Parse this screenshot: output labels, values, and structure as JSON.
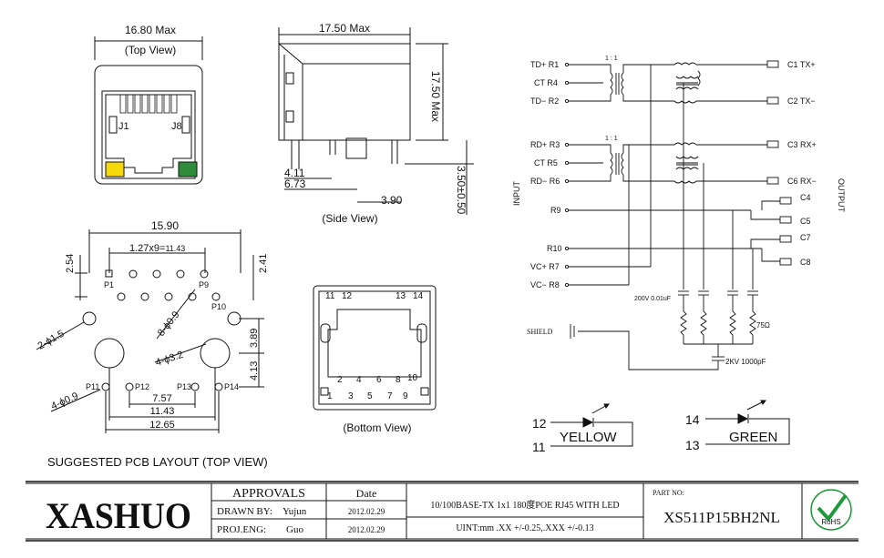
{
  "top_view": {
    "width_label": "16.80 Max",
    "caption": "(Top View)",
    "pin_j1": "J1",
    "pin_j8": "J8",
    "led_left_color": "#f5d90a",
    "led_right_color": "#2e8b3a"
  },
  "side_view": {
    "width_label": "17.50  Max",
    "height_label": "17.50 Max",
    "dim_a": "4.11",
    "dim_b": "6.73",
    "dim_c": "3.90",
    "dim_d": "3.50±0.50",
    "caption": "(Side View)"
  },
  "pcb": {
    "dim_width": "15.90",
    "dim_pitch": "1.27x9=",
    "dim_pitch_total": "11.43",
    "dim_254": "2.54",
    "dim_241": "2.41",
    "dim_389": "3.89",
    "dim_413": "4.13",
    "dim_757": "7.57",
    "dim_1143": "11.43",
    "dim_1265": "12.65",
    "hole_15": "2-ϕ1.5",
    "hole_09a": "8-ϕ0.9",
    "hole_32": "4-ϕ3.2",
    "hole_09b": "4-ϕ0.9",
    "p1": "P1",
    "p9": "P9",
    "p10": "P10",
    "p11": "P11",
    "p12": "P12",
    "p13": "P13",
    "p14": "P14",
    "title": "SUGGESTED PCB LAYOUT (TOP VIEW)"
  },
  "bottom_view": {
    "n11": "11",
    "n12": "12",
    "n13": "13",
    "n14": "14",
    "n2": "2",
    "n4": "4",
    "n6": "6",
    "n8": "8",
    "n10": "10",
    "n1": "1",
    "n3": "3",
    "n5": "5",
    "n7": "7",
    "n9": "9",
    "caption": "(Bottom View)"
  },
  "schematic": {
    "ratio1": "1 : 1",
    "ratio2": "1 : 1",
    "input_label": "INPUT",
    "output_label": "OUTPUT",
    "td_plus": "TD+ R1",
    "ct_r4": "CT R4",
    "td_minus": "TD− R2",
    "rd_plus": "RD+ R3",
    "ct_r5": "CT R5",
    "rd_minus": "RD− R6",
    "r9": "R9",
    "r10": "R10",
    "vc_plus": "VC+ R7",
    "vc_minus": "VC− R8",
    "shield": "SHIELD",
    "c1": "C1  TX+",
    "c2": "C2  TX−",
    "c3": "C3  RX+",
    "c6": "C6  RX−",
    "c4": "C4",
    "c5": "C5",
    "c7": "C7",
    "c8": "C8",
    "cap_label": "200V 0.01uF",
    "res_label": "75Ω",
    "hv_cap_label": "2KV 1000pF"
  },
  "leds": {
    "yellow_pin_a": "12",
    "yellow_pin_b": "11",
    "yellow_name": "YELLOW",
    "green_pin_a": "14",
    "green_pin_b": "13",
    "green_name": "GREEN"
  },
  "title_block": {
    "logo": "XASHUO",
    "approvals": "APPROVALS",
    "date_header": "Date",
    "drawn_by_label": "DRAWN BY:",
    "drawn_by_name": "Yujun",
    "drawn_date": "2012.02.29",
    "proj_eng_label": "PROJ.ENG:",
    "proj_eng_name": "Guo",
    "proj_date": "2012.02.29",
    "description": "10/100BASE-TX 1x1 180度POE RJ45 WITH LED",
    "tolerance": "UINT:mm .XX +/-0.25,.XXX +/-0.13",
    "part_no_label": "PART NO:",
    "part_no": "XS511P15BH2NL",
    "rohs": "RoHS",
    "rohs_color": "#1f9a3a"
  }
}
